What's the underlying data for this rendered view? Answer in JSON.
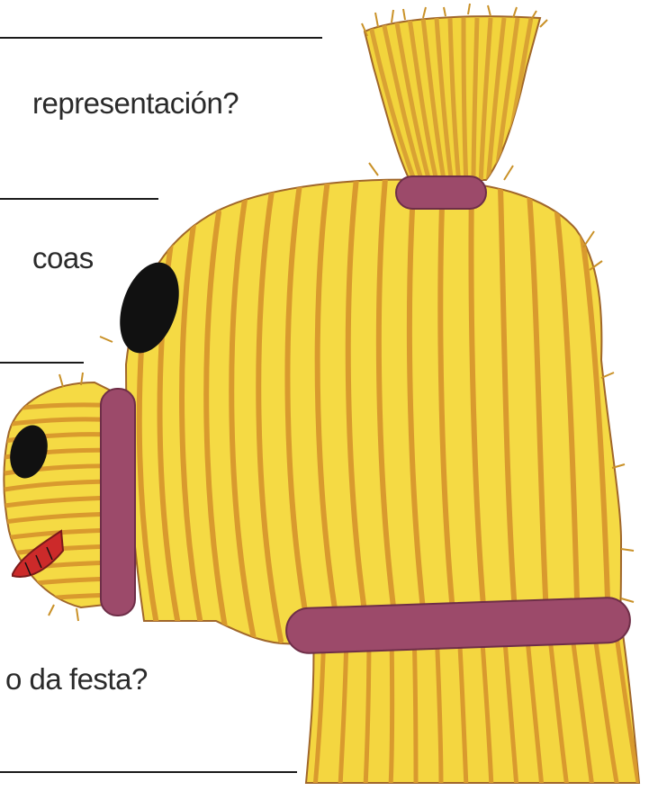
{
  "worksheet": {
    "question_fragments": [
      "representación?",
      "coas",
      "o da festa?"
    ]
  },
  "illustration": {
    "subject": "straw-figure-illustration",
    "colors": {
      "straw_fill": "#f2d43c",
      "straw_stripe": "#d9a233",
      "straw_outline": "#a0662a",
      "band": "#9c4a6a",
      "eye": "#111111",
      "mouth": "#cc2a2a"
    }
  }
}
